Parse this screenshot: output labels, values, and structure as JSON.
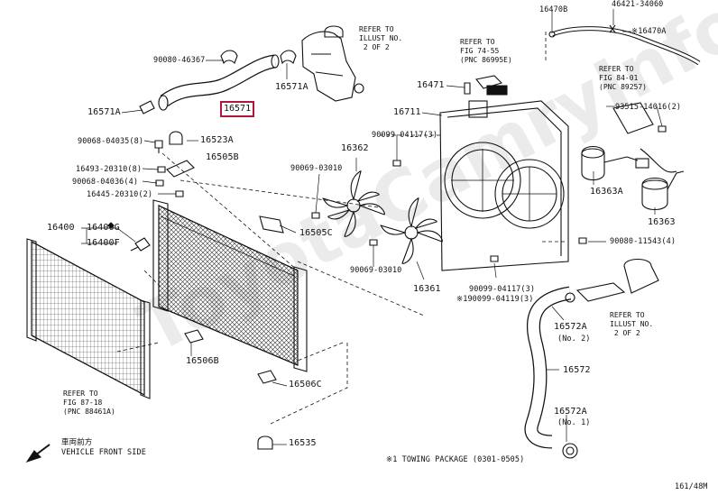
{
  "watermark": "ToyotaCamryInfo",
  "highlighted_part": "16571",
  "labels": {
    "p16470b": "16470B",
    "p46421": "46421-34060",
    "p16470a": "※16470A",
    "p90080_46367": "90080-46367",
    "p16571a_top": "16571A",
    "p16571a_left": "16571A",
    "p16471": "16471",
    "p16711": "16711",
    "p90068_04035": "90068-04035(8)",
    "p16523a": "16523A",
    "p16505b": "16505B",
    "p16493": "16493-20310(8)",
    "p90068_04036": "90068-04036(4)",
    "p16445": "16445-20310(2)",
    "p16400": "16400",
    "p16400g": "16400G",
    "p16400f": "16400F",
    "p90099_04117_a": "90099-04117(3)",
    "p16362": "16362",
    "p90069_03010_a": "90069-03010",
    "p16505c": "16505C",
    "p90069_03010_b": "90069-03010",
    "p16361": "16361",
    "p90099_04117_b": "90099-04117(3)",
    "p190099": "※190099-04119(3)",
    "p93515": "93515-14016(2)",
    "p16363a": "16363A",
    "p16363": "16363",
    "p90080_11543": "90080-11543(4)",
    "p16572a_1": "16572A",
    "p16572a_1_sub": "(No. 2)",
    "p16572": "16572",
    "p16572a_2": "16572A",
    "p16572a_2_sub": "(No. 1)",
    "p16506b": "16506B",
    "p16506c": "16506C",
    "p16535": "16535",
    "ref_top": "REFER TO\nILLUST NO.\n 2 OF 2",
    "ref_7455": "REFER TO\nFIG 74-55\n(PNC 86995E)",
    "ref_8401": "REFER TO\nFIG 84-01\n(PNC 89257)",
    "ref_8718": "REFER TO\nFIG 87-18\n(PNC 88461A)",
    "ref_bottom": "REFER TO\nILLUST NO.\n 2 OF 2",
    "vehicle_front_jp": "車両前方",
    "vehicle_front": "VEHICLE FRONT SIDE",
    "footnote": "※1 TOWING PACKAGE (0301-0505)",
    "page_ref": "161/48M"
  }
}
